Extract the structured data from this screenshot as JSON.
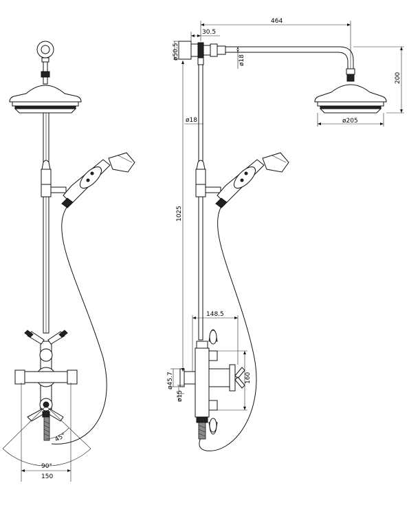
{
  "drawing": {
    "front_view": {
      "dimensions": {
        "angle_handle": "45°",
        "angle_sweep": "90°",
        "width_base": "150"
      }
    },
    "side_view": {
      "dimensions": {
        "arm_length": "464",
        "arm_offset": "30.5",
        "wall_flange_dia": "ø50.5",
        "arm_pipe_dia": "ø18",
        "head_drop": "200",
        "head_dia": "ø205",
        "riser_pipe_dia": "ø18",
        "overall_height": "1025",
        "valve_width": "148.5",
        "valve_depth": "160",
        "inlet_flange_dia": "ø45.7",
        "inlet_pipe_dia": "ø15"
      }
    }
  }
}
